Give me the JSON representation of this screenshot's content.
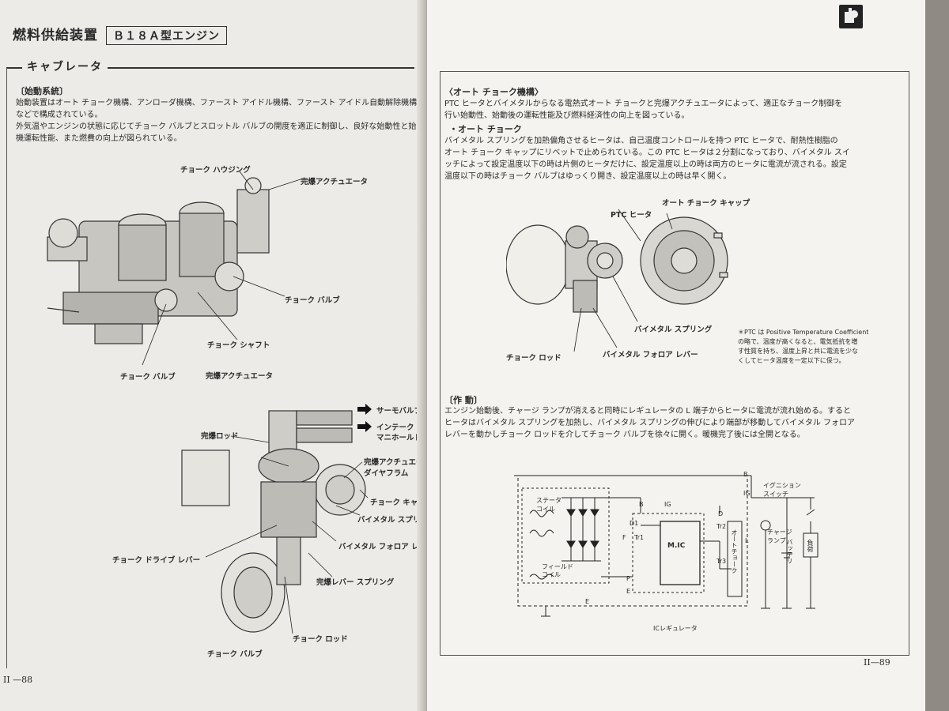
{
  "left": {
    "section_title": "燃料供給装置",
    "engine": "Ｂ１８Ａ型エンジン",
    "carb_title": "キャブレータ",
    "starting_heading": "〔始動系統〕",
    "starting_lines": [
      "始動装置はオート チョーク機構、アンローダ機構、ファースト アイドル機構、ファースト アイドル自動解除機構",
      "などで構成されている。",
      "外気温やエンジンの状態に応じてチョーク バルブとスロットル バルブの開度を適正に制御し、良好な始動性と始",
      "機運転性能、また燃費の向上が図られている。"
    ],
    "labels": {
      "choke_housing": "チョーク ハウジング",
      "actuator_top": "完爆アクチュエータ",
      "choke_valve_1": "チョーク バルブ",
      "choke_shaft": "チョーク シャフト",
      "choke_valve_2": "チョーク バルブ",
      "actuator_mid": "完爆アクチュエータ",
      "thermo_valve": "サーモバルブへ",
      "intake": "インテーク",
      "manifold": "マニホールドへ",
      "rod": "完爆ロッド",
      "diaphragm_1": "完爆アクチュエータ",
      "diaphragm_2": "ダイヤフラム",
      "choke_cap": "チョーク キャップ",
      "bimetal_spring": "バイメタル スプリング",
      "follower_lever": "バイメタル フォロア レバー",
      "drive_lever": "チョーク ドライブ レバー",
      "lever_spring": "完爆レバー スプリング",
      "choke_rod": "チョーク ロッド",
      "choke_valve_3": "チョーク バルブ"
    },
    "page_number": "II —88"
  },
  "right": {
    "auto_heading": "〈オート チョーク機構〉",
    "auto_lines": [
      "PTC ヒータとバイメタルからなる電熱式オート チョークと完爆アクチュエータによって、適正なチョーク制御を",
      "行い始動性、始動後の運転性能及び燃料経済性の向上を図っている。"
    ],
    "auto_sub": "・オート チョーク",
    "auto_sub_lines": [
      "バイメタル スプリングを加熱偏角させるヒータは、自己温度コントロールを持つ PTC ヒータで、耐熱性樹脂の",
      "オート チョーク キャップにリベットで止められている。この PTC ヒータは２分割になっており、バイメタル スイ",
      "ッチによって設定温度以下の時は片側のヒータだけに、設定温度以上の時は両方のヒータに電流が流される。設定",
      "温度以下の時はチョーク バルブはゆっくり開き、設定温度以上の時は早く開く。"
    ],
    "labels": {
      "auto_cap": "オート チョーク キャップ",
      "ptc": "PTC ヒータ",
      "bimetal_spring": "バイメタル スプリング",
      "choke_rod": "チョーク ロッド",
      "follower_lever": "バイメタル フォロア レバー"
    },
    "note_lines": [
      "＊PTC は Positive Temperature Coefficient",
      "の略で、温度が高くなると、電気抵抗を増",
      "す性質を持ち、温度上昇と共に電流を少な",
      "くしてヒータ温度を一定以下に保つ。"
    ],
    "operation_heading": "〔作 動〕",
    "operation_lines": [
      "エンジン始動後、チャージ ランプが消えると同時にレギュレータの L 端子からヒータに電流が流れ始める。すると",
      "ヒータはバイメタル スプリングを加熱し、バイメタル スプリングの伸びにより端部が移動してバイメタル フォロア",
      "レバーを動かしチョーク ロッドを介してチョーク バルブを徐々に開く。暖機完了後には全開となる。"
    ],
    "circuit": {
      "stator_coil_1": "ステータ",
      "stator_coil_2": "コイル",
      "field_coil_1": "フィールド",
      "field_coil_2": "コイル",
      "terminal_b_top": "B",
      "terminal_b": "B",
      "terminal_ig": "IG",
      "terminal_ig2": "IG",
      "terminal_d": "D",
      "terminal_f": "F",
      "terminal_p": "P",
      "terminal_e": "E",
      "terminal_e2": "E",
      "terminal_l": "L",
      "d1": "D1",
      "tr1": "Tr1",
      "tr2": "Tr2",
      "tr3": "Tr3",
      "mic": "M.IC",
      "ignition_1": "イグニション",
      "ignition_2": "スイッチ",
      "charge_lamp_1": "チャージ",
      "charge_lamp_2": "ランプ",
      "battery": "バッテリ",
      "load": "負荷",
      "auto_choke": "オートチョーク",
      "regulator": "ICレギュレータ"
    },
    "page_number": "II—89"
  }
}
